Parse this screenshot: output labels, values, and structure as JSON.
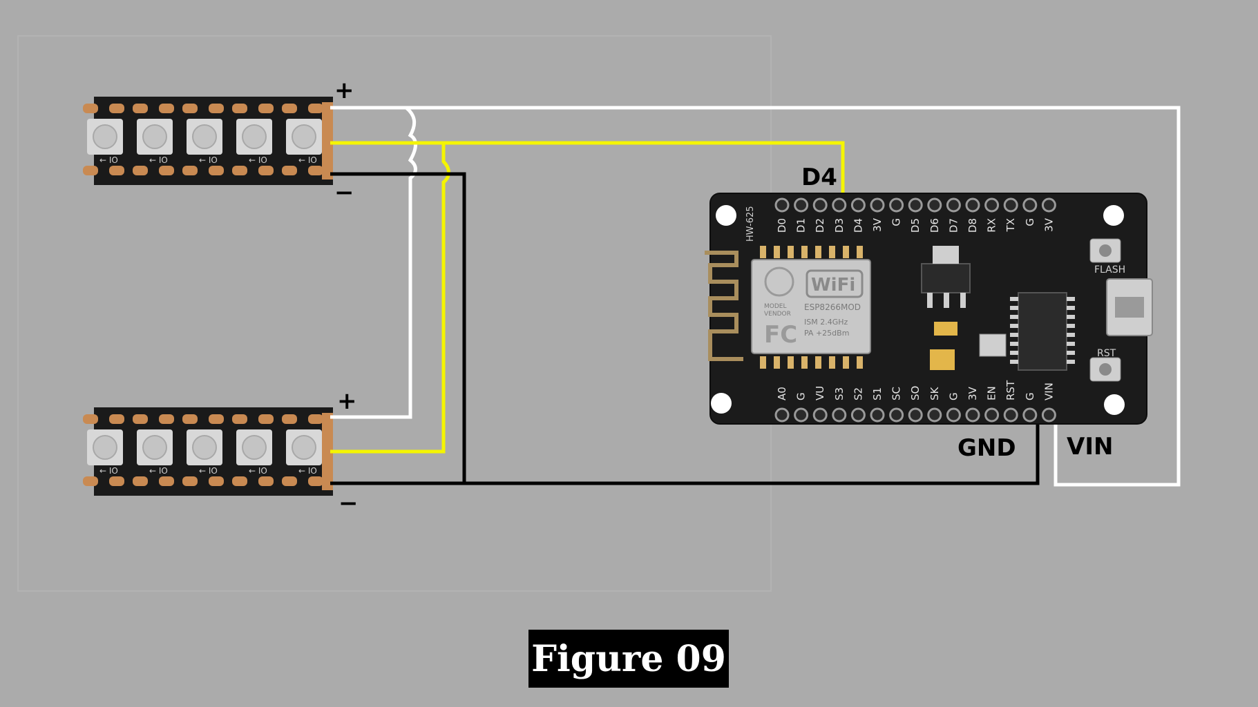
{
  "strip_top": {
    "plus_label": "+",
    "minus_label": "−",
    "arrow_label": "IO"
  },
  "strip_bottom": {
    "plus_label": "+",
    "minus_label": "−",
    "arrow_label": "IO"
  },
  "board": {
    "model_label": "HW-625",
    "top_pins": [
      "D0",
      "D1",
      "D2",
      "D3",
      "D4",
      "3V",
      "G",
      "D5",
      "D6",
      "D7",
      "D8",
      "RX",
      "TX",
      "G",
      "3V"
    ],
    "bottom_pins": [
      "A0",
      "G",
      "VU",
      "S3",
      "S2",
      "S1",
      "SC",
      "SO",
      "SK",
      "G",
      "3V",
      "EN",
      "RST",
      "G",
      "VIN"
    ],
    "flash_label": "FLASH",
    "rst_label": "RST",
    "module_wifi": "WiFi",
    "module_model": "ESP8266MOD",
    "module_vendor": "MODEL\nVENDOR",
    "module_ism": "ISM 2.4GHz",
    "module_pa": "PA +25dBm",
    "module_fc": "FC"
  },
  "connections": {
    "d4_label": "D4",
    "gnd_label": "GND",
    "vin_label": "VIN"
  },
  "colors": {
    "background": "#ababab",
    "wire_power": "#ffffff",
    "wire_data": "#f5f500",
    "wire_ground": "#000000",
    "pcb": "#1b1b1b",
    "strip": "#1a1a1a",
    "copper_pad": "#c98a52"
  },
  "caption": "Figure 09"
}
